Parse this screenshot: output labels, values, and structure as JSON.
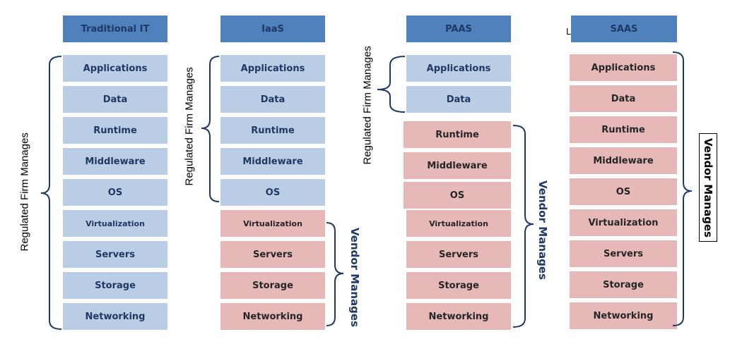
{
  "columns": [
    {
      "header": "Traditional IT",
      "layers": [
        "Applications",
        "Data",
        "Runtime",
        "Middleware",
        "OS",
        "Virtualization",
        "Servers",
        "Storage",
        "Networking"
      ]
    },
    {
      "header": "IaaS",
      "layers": [
        "Applications",
        "Data",
        "Runtime",
        "Middleware",
        "OS",
        "Virtualization",
        "Servers",
        "Storage",
        "Networking"
      ]
    },
    {
      "header": "PAAS",
      "layers": [
        "Applications",
        "Data",
        "Runtime",
        "Middleware",
        "OS",
        "Virtualization",
        "Servers",
        "Storage",
        "Networking"
      ]
    },
    {
      "header": "SAAS",
      "layers": [
        "Applications",
        "Data",
        "Runtime",
        "Middleware",
        "OS",
        "Virtualization",
        "Servers",
        "Storage",
        "Networking"
      ]
    }
  ],
  "labels": {
    "regulated": "Regulated Firm Manages",
    "vendor": "Vendor Manages"
  },
  "stray_mark": "L",
  "colors": {
    "header": "#4f81bd",
    "firm_managed": "#b9cde5",
    "vendor_managed": "#e6b9b8",
    "bracket": "#1f3864"
  }
}
